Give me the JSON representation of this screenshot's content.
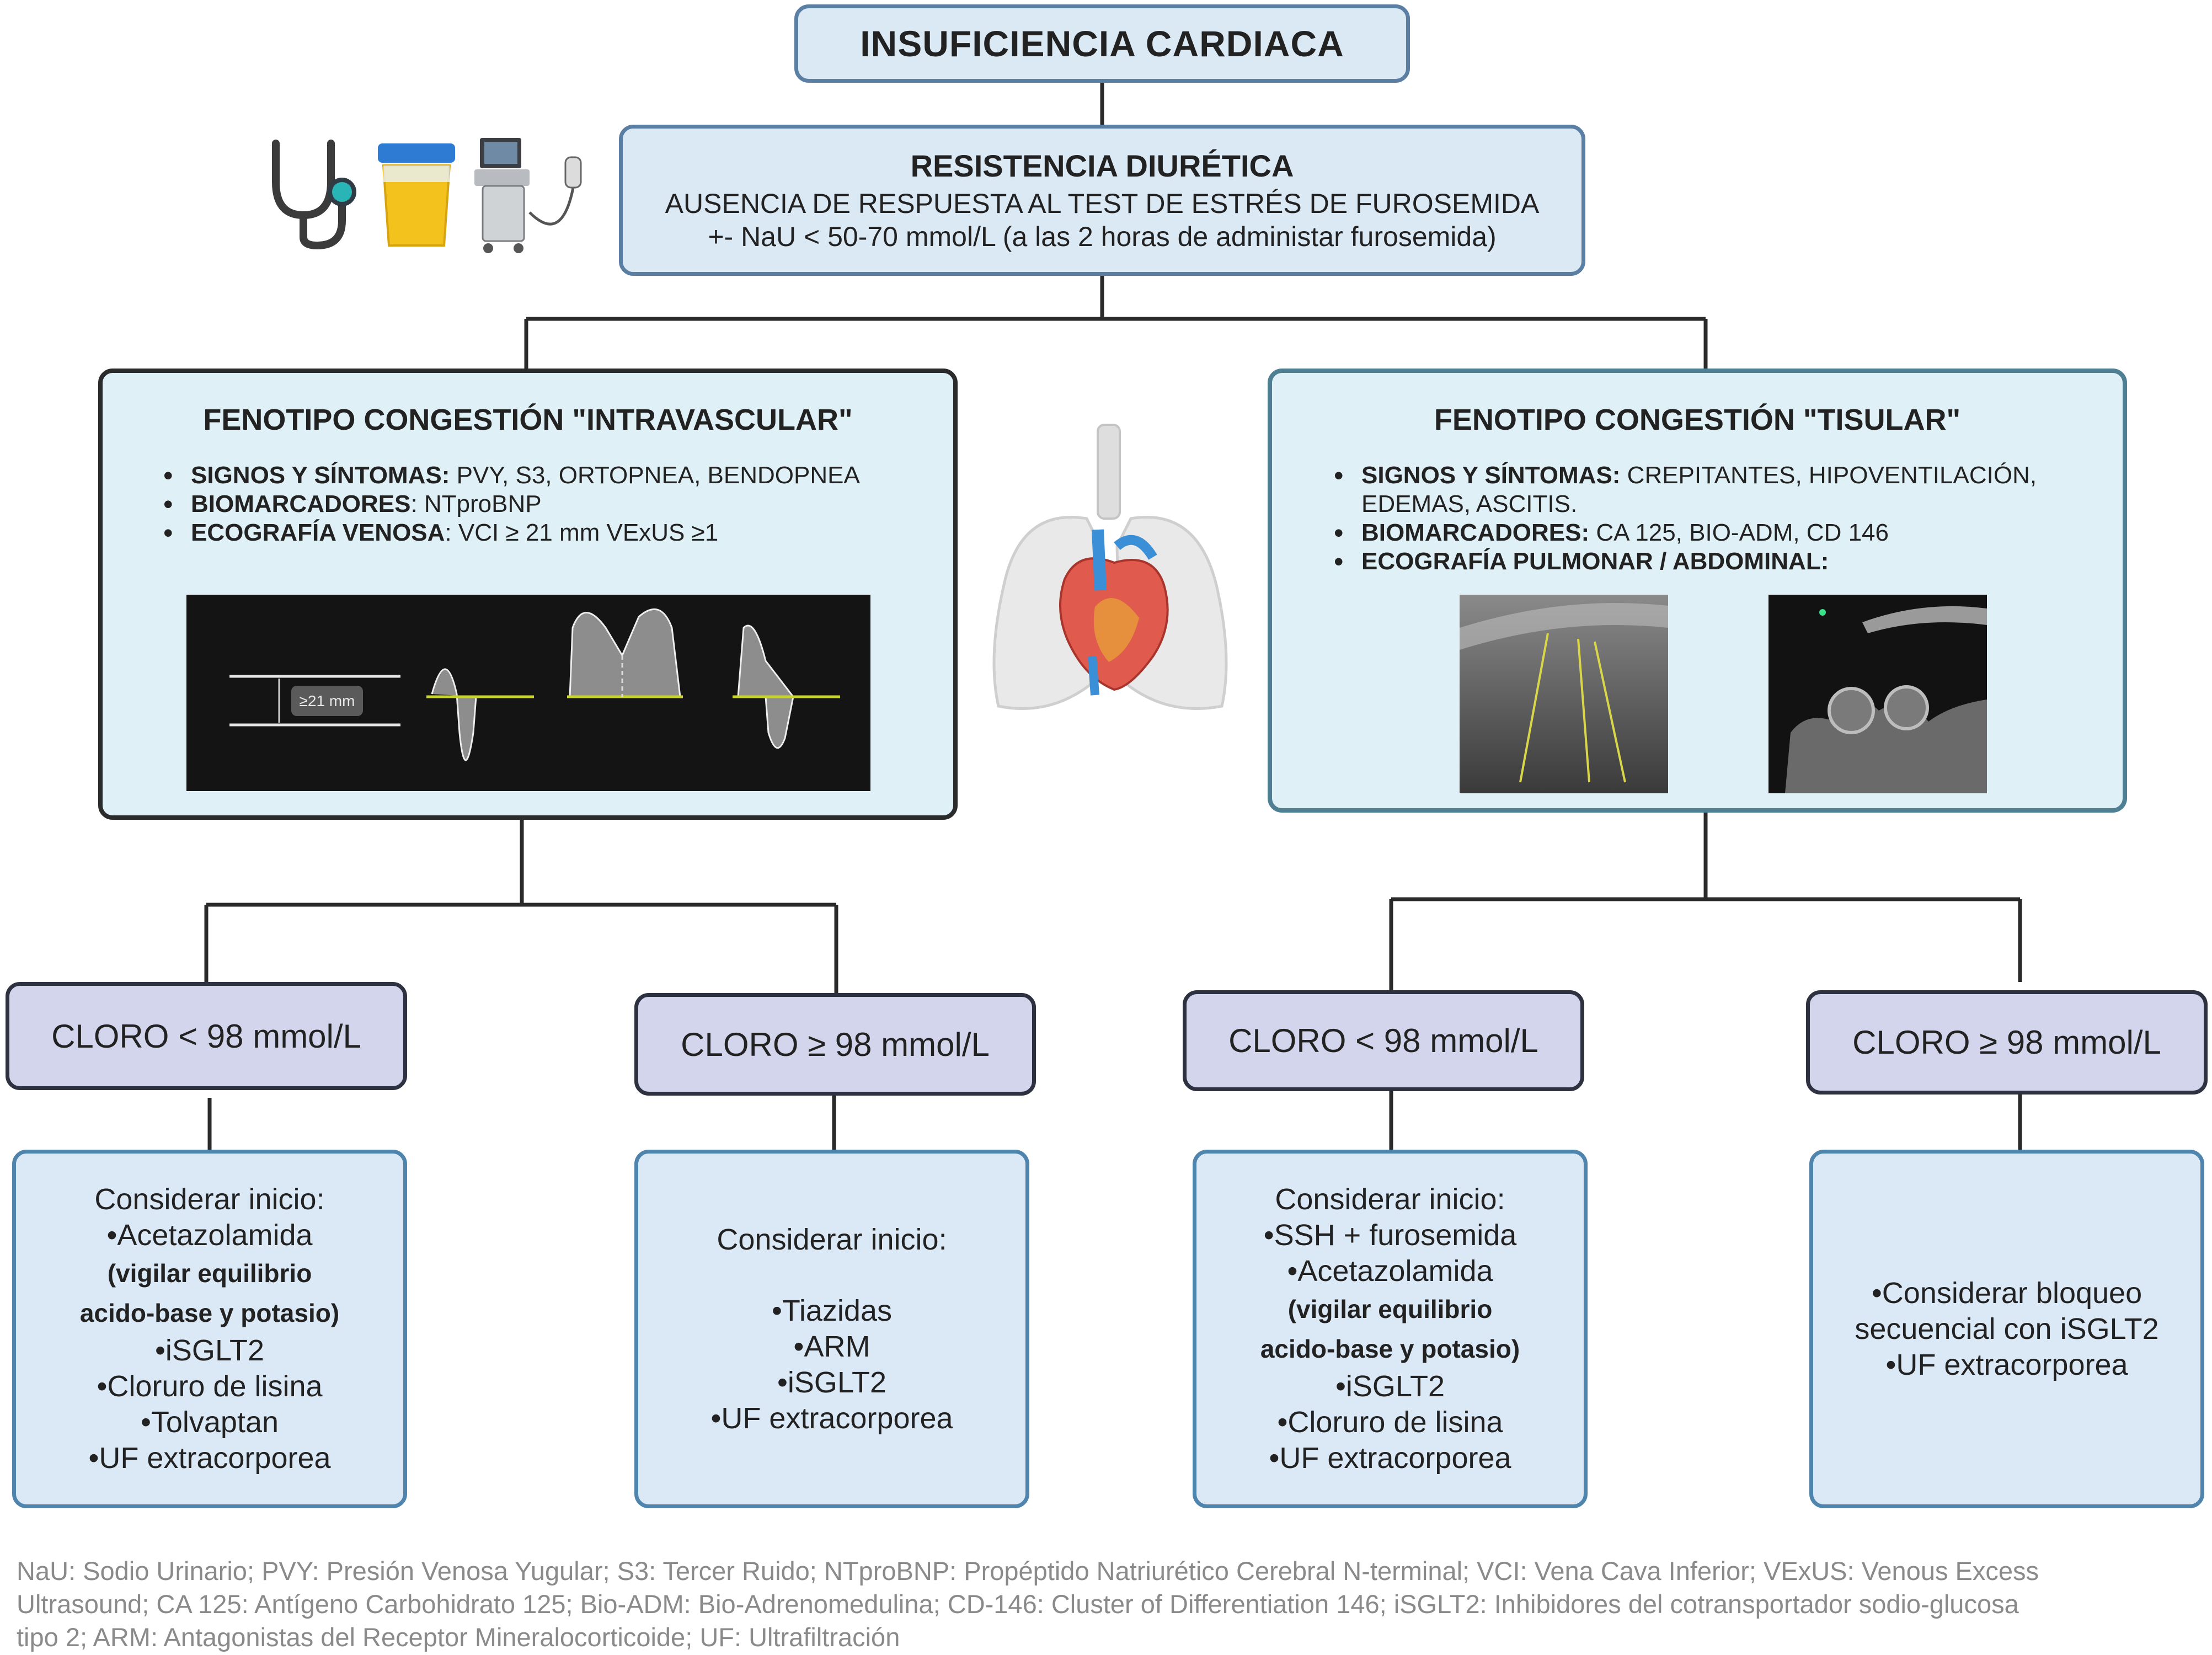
{
  "top": {
    "title": "INSUFICIENCIA CARDIACA"
  },
  "resistencia": {
    "title": "RESISTENCIA DIURÉTICA",
    "line1": "AUSENCIA DE RESPUESTA AL TEST DE ESTRÉS DE FUROSEMIDA",
    "line2": "+- NaU < 50-70 mmol/L (a las 2 horas de administar furosemida)"
  },
  "left_pheno": {
    "title": "FENOTIPO CONGESTIÓN \"INTRAVASCULAR\"",
    "items": [
      {
        "label": "SIGNOS Y SÍNTOMAS:",
        "text": " PVY, S3, ORTOPNEA, BENDOPNEA"
      },
      {
        "label": "BIOMARCADORES",
        "text": ": NTproBNP"
      },
      {
        "label": "ECOGRAFÍA VENOSA",
        "text": ": VCI ≥ 21 mm VExUS ≥1"
      }
    ],
    "doppler_label": "≥21 mm"
  },
  "right_pheno": {
    "title": "FENOTIPO CONGESTIÓN \"TISULAR\"",
    "items": [
      {
        "label": "SIGNOS Y SÍNTOMAS:",
        "text": " CREPITANTES, HIPOVENTILACIÓN, EDEMAS, ASCITIS."
      },
      {
        "label": "BIOMARCADORES:",
        "text": "  CA 125, BIO-ADM, CD 146"
      },
      {
        "label": "ECOGRAFÍA PULMONAR / ABDOMINAL:",
        "text": ""
      }
    ]
  },
  "cloro": [
    "CLORO < 98 mmol/L",
    "CLORO ≥ 98 mmol/L",
    "CLORO < 98 mmol/L",
    "CLORO ≥ 98 mmol/L"
  ],
  "consider": {
    "c1": {
      "l1": "Considerar inicio:",
      "l2": "•Acetazolamida",
      "l3": "(vigilar equilibrio",
      "l4": "acido-base y potasio)",
      "l5": "•iSGLT2",
      "l6": "•Cloruro de lisina",
      "l7": "•Tolvaptan",
      "l8": "•UF extracorporea"
    },
    "c2": {
      "l1": "Considerar inicio:",
      "l2": "•Tiazidas",
      "l3": "•ARM",
      "l4": "•iSGLT2",
      "l5": "•UF extracorporea"
    },
    "c3": {
      "l1": "Considerar inicio:",
      "l2": "•SSH + furosemida",
      "l3": "•Acetazolamida",
      "l4": "(vigilar equilibrio",
      "l5": "acido-base y potasio)",
      "l6": "•iSGLT2",
      "l7": "•Cloruro de lisina",
      "l8": "•UF extracorporea"
    },
    "c4": {
      "l1": "•Considerar bloqueo",
      "l2": "secuencial con iSGLT2",
      "l3": "•UF extracorporea"
    }
  },
  "footnote": {
    "l1": "NaU: Sodio Urinario; PVY: Presión Venosa Yugular; S3: Tercer Ruido; NTproBNP: Propéptido Natriurético Cerebral N-terminal; VCI: Vena Cava Inferior; VExUS: Venous Excess",
    "l2": "Ultrasound; CA 125: Antígeno Carbohidrato 125; Bio-ADM: Bio-Adrenomedulina; CD-146: Cluster of Differentiation 146; iSGLT2: Inhibidores del cotransportador sodio-glucosa",
    "l3": "tipo 2; ARM: Antagonistas del Receptor Mineralocorticoide; UF: Ultrafiltración"
  },
  "icons": [
    "stethoscope-icon",
    "urine-cup-icon",
    "ultrasound-machine-icon",
    "heart-lungs-illustration"
  ],
  "colors": {
    "box_blue": "#dbe9f5",
    "pheno_bg": "#dff0f6",
    "cloro_bg": "#d2d5ec",
    "border_blue": "#5b7fa3"
  }
}
